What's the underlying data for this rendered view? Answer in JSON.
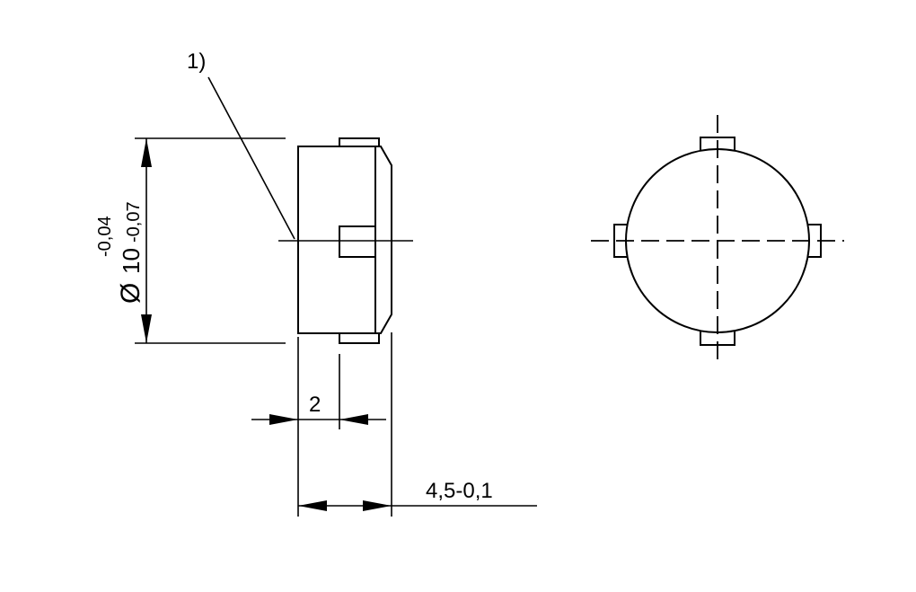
{
  "annotations": {
    "note_ref": "1)",
    "diameter_symbol": "Ø",
    "diameter_value": "10",
    "tol_upper": "-0,04",
    "tol_lower": "-0,07",
    "dim_width": "2",
    "dim_height": "4,5-0,1"
  },
  "colors": {
    "line": "#000000",
    "background": "#ffffff"
  }
}
